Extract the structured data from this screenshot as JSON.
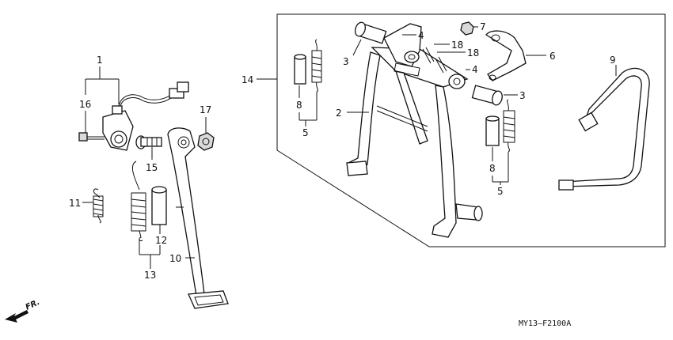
{
  "diagram": {
    "labels": {
      "p1": "1",
      "p2": "2",
      "p3a": "3",
      "p3b": "3",
      "p4a": "4",
      "p4b": "4",
      "p5a": "5",
      "p5b": "5",
      "p6": "6",
      "p7": "7",
      "p8a": "8",
      "p8b": "8",
      "p9": "9",
      "p10": "10",
      "p11": "11",
      "p12": "12",
      "p13": "13",
      "p14": "14",
      "p15": "15",
      "p16": "16",
      "p17": "17",
      "p18a": "18",
      "p18b": "18"
    },
    "code": "MY13–F2100A",
    "direction": "FR."
  }
}
